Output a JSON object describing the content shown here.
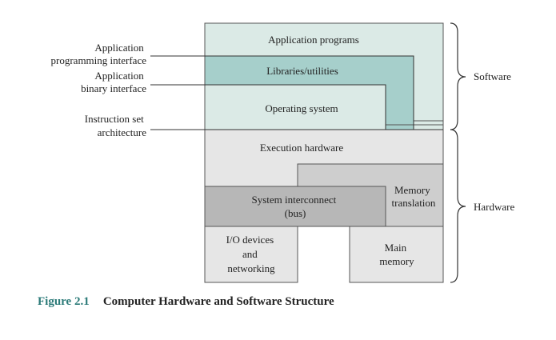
{
  "figure": {
    "number": "Figure 2.1",
    "caption": "Computer Hardware and Software Structure"
  },
  "layers": {
    "app_programs": "Application programs",
    "libraries": "Libraries/utilities",
    "operating_system": "Operating system",
    "execution_hw": "Execution hardware",
    "memory_translation": [
      "Memory",
      "translation"
    ],
    "system_interconnect": [
      "System interconnect",
      "(bus)"
    ],
    "io_devices": [
      "I/O devices",
      "and",
      "networking"
    ],
    "main_memory": [
      "Main",
      "memory"
    ]
  },
  "interfaces": {
    "api": [
      "Application",
      "programming interface"
    ],
    "abi": [
      "Application",
      "binary interface"
    ],
    "isa": [
      "Instruction set",
      "architecture"
    ]
  },
  "braces": {
    "software": "Software",
    "hardware": "Hardware"
  },
  "colors": {
    "software_fill": "#dbeae6",
    "libraries_fill": "#a6cfcb",
    "hardware_light": "#e6e6e6",
    "hardware_mid": "#cecece",
    "interconnect_fill": "#b7b7b7",
    "border": "#555555",
    "caption_accent": "#2b7a78"
  }
}
